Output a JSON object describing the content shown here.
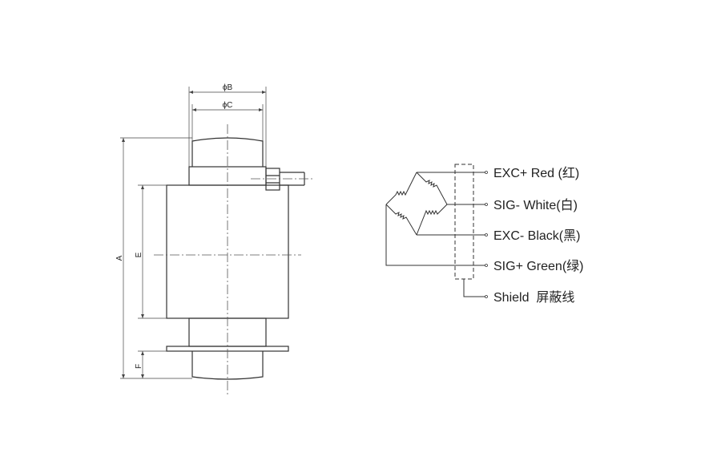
{
  "dimensions": {
    "B": "ϕB",
    "C": "ϕC",
    "A": "A",
    "E": "E",
    "F": "F"
  },
  "wiring": [
    {
      "label": "EXC+ Red (红)"
    },
    {
      "label": "SIG- White(白)"
    },
    {
      "label": "EXC- Black(黑)"
    },
    {
      "label": "SIG+ Green(绿)"
    },
    {
      "label": "Shield  屏蔽线"
    }
  ],
  "colors": {
    "line": "#333333",
    "background": "#ffffff"
  }
}
